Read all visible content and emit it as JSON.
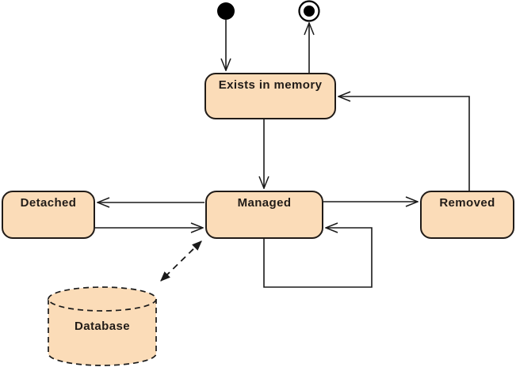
{
  "diagram": {
    "kind": "uml-state-diagram",
    "background": "#ffffff",
    "colors": {
      "state_fill": "#fbdcb8",
      "state_border": "#211c18",
      "connector": "#1a1a1a",
      "pseudostate_fill": "#000000"
    },
    "nodes": {
      "initial": {
        "type": "initial-pseudostate"
      },
      "final": {
        "type": "final-state"
      },
      "exists": {
        "label": "Exists in memory"
      },
      "detached": {
        "label": "Detached"
      },
      "managed": {
        "label": "Managed"
      },
      "removed": {
        "label": "Removed"
      },
      "database": {
        "label": "Database",
        "shape": "cylinder",
        "border_style": "dashed"
      }
    },
    "transitions": [
      {
        "from": "initial",
        "to": "exists",
        "style": "solid"
      },
      {
        "from": "exists",
        "to": "final",
        "style": "solid"
      },
      {
        "from": "exists",
        "to": "managed",
        "style": "solid"
      },
      {
        "from": "managed",
        "to": "detached",
        "style": "solid"
      },
      {
        "from": "detached",
        "to": "managed",
        "style": "solid"
      },
      {
        "from": "managed",
        "to": "removed",
        "style": "solid"
      },
      {
        "from": "removed",
        "to": "exists",
        "style": "solid"
      },
      {
        "from": "managed",
        "to": "managed",
        "style": "solid",
        "note": "self-transition loop"
      },
      {
        "from": "managed",
        "to": "database",
        "style": "dashed",
        "bidirectional": true
      }
    ]
  }
}
